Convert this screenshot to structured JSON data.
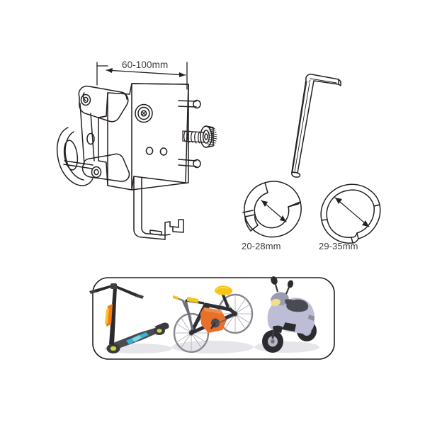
{
  "diagram": {
    "title": "Bike Phone Holder Product Diagram",
    "background_color": "#ffffff",
    "line_color": "#231f20",
    "text_color": "#3c3c3c"
  },
  "dimensions": {
    "phone_width": {
      "label": "60-100mm",
      "name": "phone-width-dimension",
      "unit": "mm",
      "min": 60,
      "max": 100
    },
    "clamp_small": {
      "label": "20-28mm",
      "name": "small-clamp-ring-dimension",
      "unit": "mm",
      "min": 20,
      "max": 28
    },
    "clamp_large": {
      "label": "29-35mm",
      "name": "large-clamp-ring-dimension",
      "unit": "mm",
      "min": 29,
      "max": 35
    }
  },
  "parts": [
    {
      "name": "phone-holder-mount",
      "type": "line-drawing"
    },
    {
      "name": "allen-key",
      "type": "line-drawing"
    },
    {
      "name": "small-clamp-ring",
      "type": "line-drawing"
    },
    {
      "name": "large-clamp-ring",
      "type": "line-drawing"
    }
  ],
  "compatibility_panel": {
    "name": "compatibility-panel",
    "border_color": "#231f20",
    "vehicles": [
      {
        "name": "kick-scooter",
        "accent_colors": [
          "#f07d22",
          "#ffc420",
          "#2fb8d6",
          "#c8dc32"
        ]
      },
      {
        "name": "bicycle",
        "accent_colors": [
          "#e8702a",
          "#f5c518",
          "#3a3a3c"
        ]
      },
      {
        "name": "moped-scooter",
        "accent_colors": [
          "#bdbed6",
          "#4a4a52",
          "#f0e08a"
        ]
      }
    ]
  },
  "colors": {
    "outline": "#231f20",
    "shade_light": "#d9d9d9",
    "shade_mid": "#b3b3b3",
    "orange": "#f07d22",
    "yellow": "#ffc420",
    "cyan": "#2fb8d6",
    "lime": "#c8dc32",
    "lavender": "#bdbed6",
    "dark": "#2b2b2e",
    "shadow": "#e3e3e6"
  }
}
